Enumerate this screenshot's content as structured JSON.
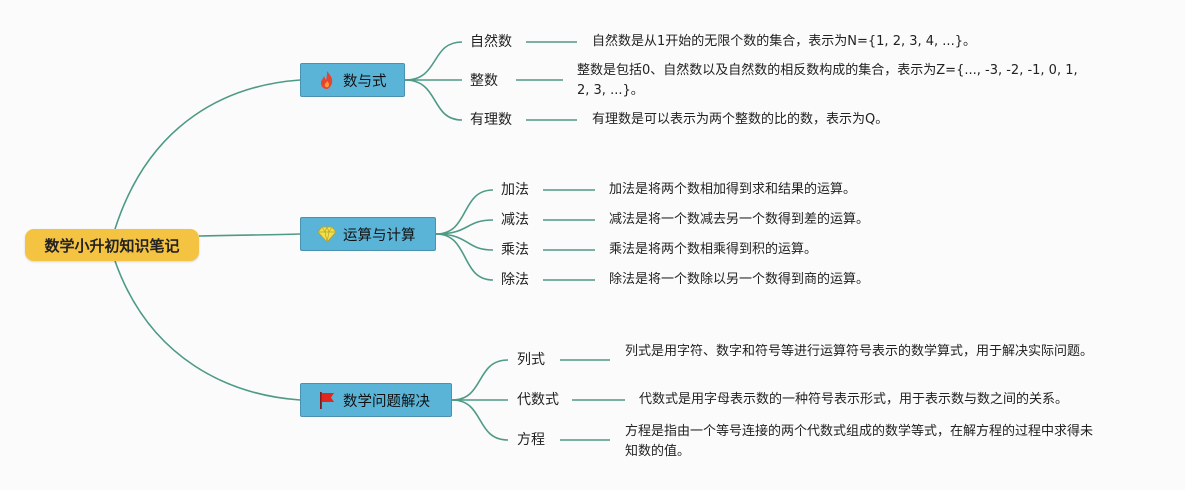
{
  "root": {
    "label": "数学小升初知识笔记"
  },
  "branches": [
    {
      "label": "数与式",
      "icon": "fire-icon",
      "children": [
        {
          "label": "自然数",
          "desc": "自然数是从1开始的无限个数的集合，表示为N={1, 2, 3, 4, ...}。"
        },
        {
          "label": "整数",
          "desc": "整数是包括0、自然数以及自然数的相反数构成的集合，表示为Z={..., -3, -2, -1, 0, 1, 2, 3, ...}。"
        },
        {
          "label": "有理数",
          "desc": "有理数是可以表示为两个整数的比的数，表示为Q。"
        }
      ]
    },
    {
      "label": "运算与计算",
      "icon": "diamond-icon",
      "children": [
        {
          "label": "加法",
          "desc": "加法是将两个数相加得到求和结果的运算。"
        },
        {
          "label": "减法",
          "desc": "减法是将一个数减去另一个数得到差的运算。"
        },
        {
          "label": "乘法",
          "desc": "乘法是将两个数相乘得到积的运算。"
        },
        {
          "label": "除法",
          "desc": "除法是将一个数除以另一个数得到商的运算。"
        }
      ]
    },
    {
      "label": "数学问题解决",
      "icon": "flag-icon",
      "children": [
        {
          "label": "列式",
          "desc": "列式是用字符、数字和符号等进行运算符号表示的数学算式，用于解决实际问题。"
        },
        {
          "label": "代数式",
          "desc": "代数式是用字母表示数的一种符号表示形式，用于表示数与数之间的关系。"
        },
        {
          "label": "方程",
          "desc": "方程是指由一个等号连接的两个代数式组成的数学等式，在解方程的过程中求得未知数的值。"
        }
      ]
    }
  ],
  "colors": {
    "root_bg": "#f5c342",
    "branch_bg": "#5ab4d8",
    "line": "#4e9a86"
  }
}
